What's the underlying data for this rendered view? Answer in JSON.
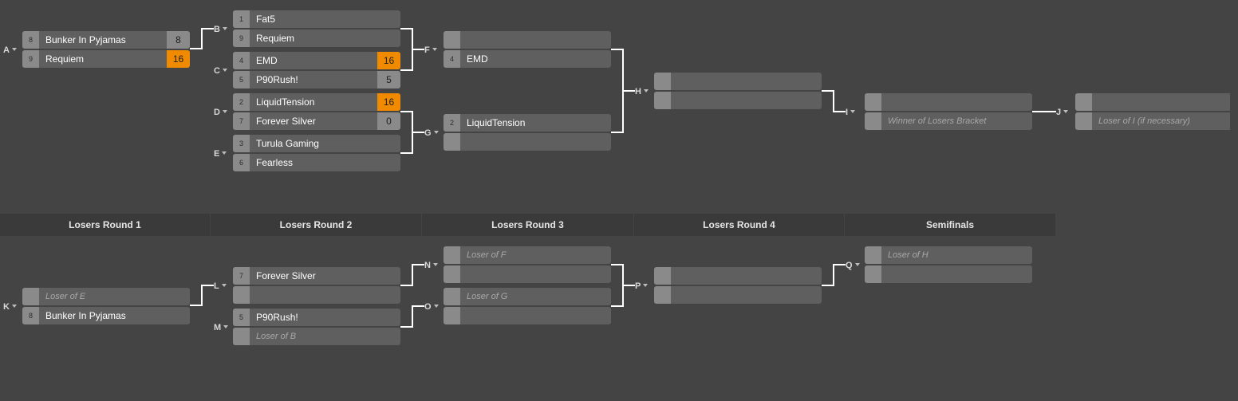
{
  "winners": {
    "A": {
      "label": "A",
      "top": {
        "seed": "8",
        "name": "Bunker In Pyjamas",
        "score": "8",
        "win": false
      },
      "bottom": {
        "seed": "9",
        "name": "Requiem",
        "score": "16",
        "win": true
      }
    },
    "B": {
      "label": "B",
      "top": {
        "seed": "1",
        "name": "Fat5"
      },
      "bottom": {
        "seed": "9",
        "name": "Requiem"
      }
    },
    "C": {
      "label": "C",
      "top": {
        "seed": "4",
        "name": "EMD",
        "score": "16",
        "win": true
      },
      "bottom": {
        "seed": "5",
        "name": "P90Rush!",
        "score": "5",
        "win": false
      }
    },
    "D": {
      "label": "D",
      "top": {
        "seed": "2",
        "name": "LiquidTension",
        "score": "16",
        "win": true
      },
      "bottom": {
        "seed": "7",
        "name": "Forever Silver",
        "score": "0",
        "win": false
      }
    },
    "E": {
      "label": "E",
      "top": {
        "seed": "3",
        "name": "Turula Gaming"
      },
      "bottom": {
        "seed": "6",
        "name": "Fearless"
      }
    },
    "F": {
      "label": "F",
      "top": {
        "seed": "",
        "name": ""
      },
      "bottom": {
        "seed": "4",
        "name": "EMD"
      }
    },
    "G": {
      "label": "G",
      "top": {
        "seed": "2",
        "name": "LiquidTension"
      },
      "bottom": {
        "seed": "",
        "name": ""
      }
    },
    "H": {
      "label": "H",
      "top": {
        "seed": "",
        "name": ""
      },
      "bottom": {
        "seed": "",
        "name": ""
      }
    },
    "I": {
      "label": "I",
      "top": {
        "seed": "",
        "name": ""
      },
      "bottom": {
        "seed": "",
        "name": "Winner of Losers Bracket",
        "placeholder": true
      }
    },
    "J": {
      "label": "J",
      "top": {
        "seed": "",
        "name": ""
      },
      "bottom": {
        "seed": "",
        "name": "Loser of I (if necessary)",
        "placeholder": true
      }
    }
  },
  "rounds": [
    "Losers Round 1",
    "Losers Round 2",
    "Losers Round 3",
    "Losers Round 4",
    "Semifinals"
  ],
  "losers": {
    "K": {
      "label": "K",
      "top": {
        "seed": "",
        "name": "Loser of E",
        "placeholder": true
      },
      "bottom": {
        "seed": "8",
        "name": "Bunker In Pyjamas"
      }
    },
    "L": {
      "label": "L",
      "top": {
        "seed": "7",
        "name": "Forever Silver"
      },
      "bottom": {
        "seed": "",
        "name": ""
      }
    },
    "M": {
      "label": "M",
      "top": {
        "seed": "5",
        "name": "P90Rush!"
      },
      "bottom": {
        "seed": "",
        "name": "Loser of B",
        "placeholder": true
      }
    },
    "N": {
      "label": "N",
      "top": {
        "seed": "",
        "name": "Loser of F",
        "placeholder": true
      },
      "bottom": {
        "seed": "",
        "name": ""
      }
    },
    "O": {
      "label": "O",
      "top": {
        "seed": "",
        "name": "Loser of G",
        "placeholder": true
      },
      "bottom": {
        "seed": "",
        "name": ""
      }
    },
    "P": {
      "label": "P",
      "top": {
        "seed": "",
        "name": ""
      },
      "bottom": {
        "seed": "",
        "name": ""
      }
    },
    "Q": {
      "label": "Q",
      "top": {
        "seed": "",
        "name": "Loser of H",
        "placeholder": true
      },
      "bottom": {
        "seed": "",
        "name": ""
      }
    }
  },
  "colors": {
    "win_score": "#f08a00",
    "slot": "#5f5f5f",
    "background": "#444444",
    "connector": "#ffffff"
  }
}
